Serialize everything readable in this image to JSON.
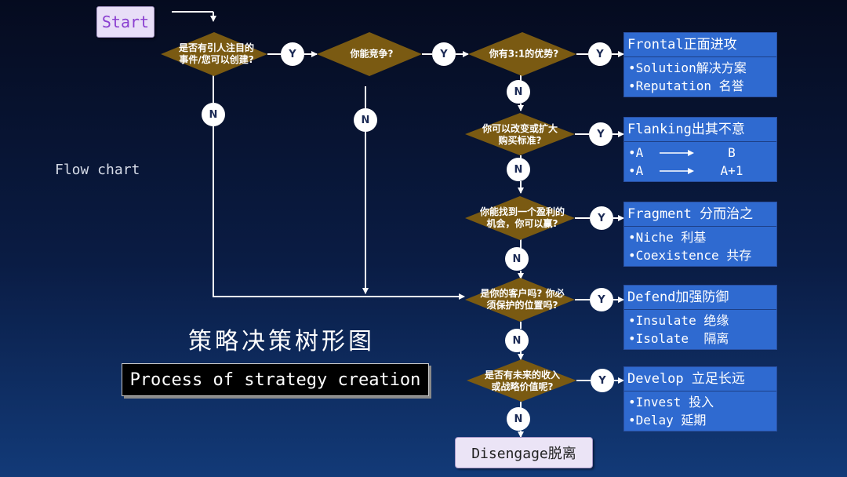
{
  "start": "Start",
  "flow_label": "Flow chart",
  "title_cn": "策略决策树形图",
  "process_label": "Process of strategy creation",
  "disengage": "Disengage脱离",
  "yes": "Y",
  "no": "N",
  "decisions": {
    "d1": [
      "是否有引人注目的",
      "事件/您可以创建?"
    ],
    "d2": [
      "你能竞争?"
    ],
    "d3": [
      "你有3:1的优势?"
    ],
    "d4": [
      "你可以改变或扩大",
      "购买标准?"
    ],
    "d5": [
      "你能找到一个盈利的",
      "机会，你可以赢?"
    ],
    "d6": [
      "是你的客户吗? 你必",
      "须保护的位置吗?"
    ],
    "d7": [
      "是否有未来的收入",
      "或战略价值呢?"
    ]
  },
  "outcomes": {
    "frontal": {
      "title": "Frontal正面进攻",
      "lines": [
        "•Solution解决方案",
        "•Reputation 名誉"
      ]
    },
    "flanking": {
      "title": "Flanking出其不意",
      "rows": [
        {
          "from": "•A",
          "to": "B"
        },
        {
          "from": "•A",
          "to": "A+1"
        }
      ]
    },
    "fragment": {
      "title": "Fragment 分而治之",
      "lines": [
        "•Niche 利基",
        "•Coexistence 共存"
      ]
    },
    "defend": {
      "title": "Defend加强防御",
      "lines": [
        "•Insulate 绝缘",
        "•Isolate  隔离"
      ]
    },
    "develop": {
      "title": "Develop 立足长远",
      "lines": [
        "•Invest 投入",
        "•Delay 延期"
      ]
    }
  },
  "colors": {
    "diamond": "#7a5a12",
    "outcome_box": "#2f6ad0",
    "connector": "#ffffff"
  }
}
